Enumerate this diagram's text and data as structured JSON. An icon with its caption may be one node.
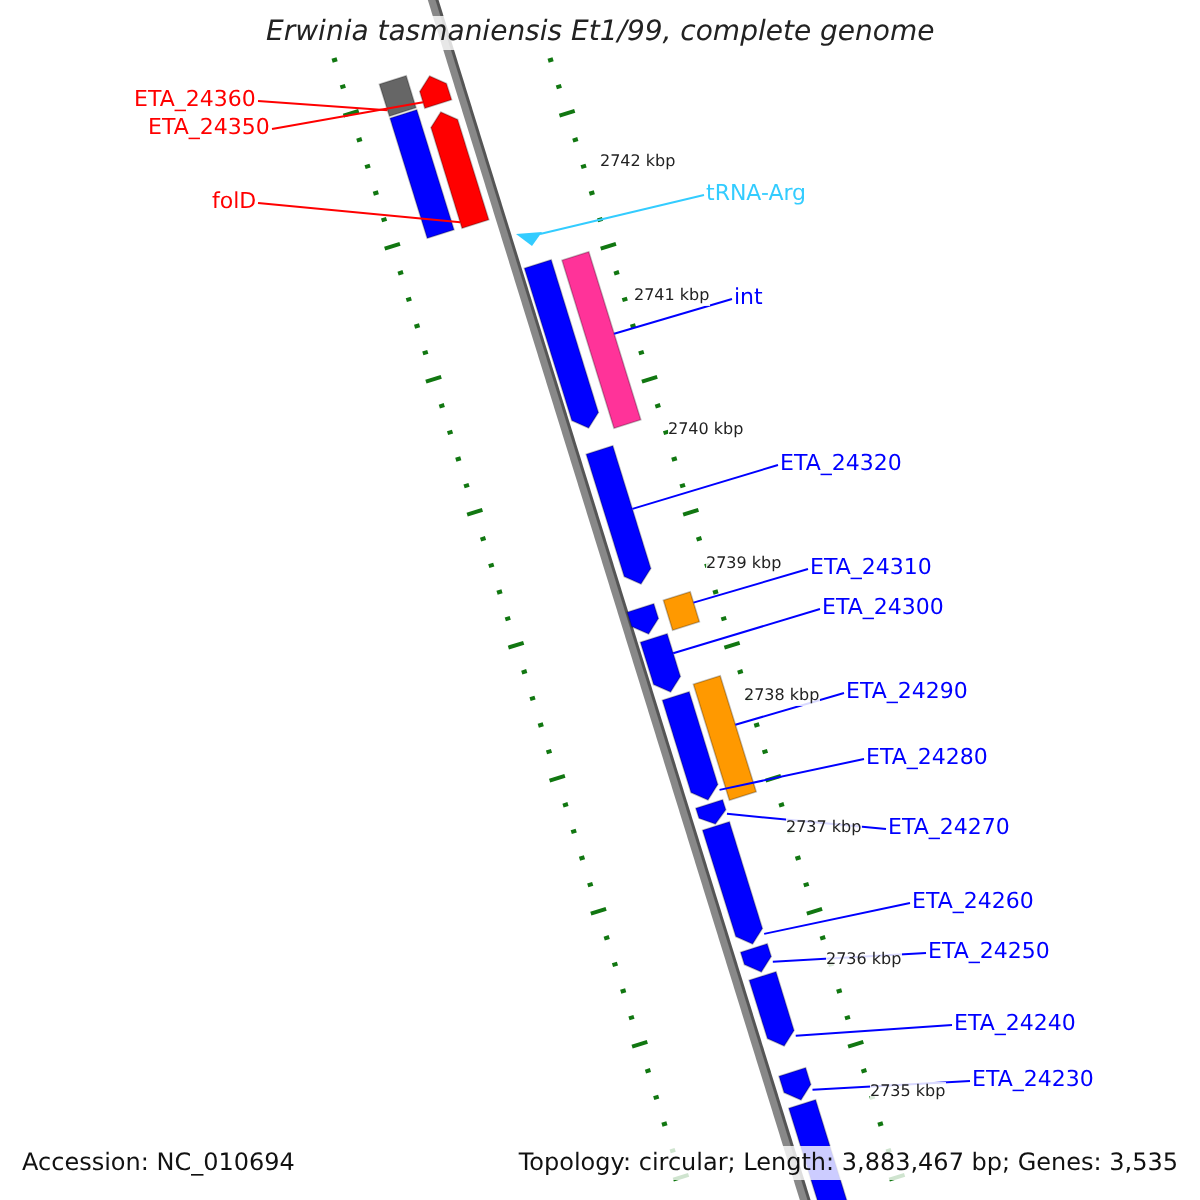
{
  "diagram": {
    "title": "Erwinia tasmaniensis Et1/99, complete genome",
    "nodes": [
      {
        "text": [
          "ETA_24360"
        ]
      },
      {
        "text": [
          "ETA_24350"
        ]
      },
      {
        "text": [
          "folD"
        ]
      },
      {
        "text": [
          "tRNA-Arg"
        ]
      },
      {
        "text": [
          "int"
        ]
      },
      {
        "text": [
          "ETA_24320"
        ]
      },
      {
        "text": [
          "ETA_24310"
        ]
      },
      {
        "text": [
          "ETA_24300"
        ]
      },
      {
        "text": [
          "ETA_24290"
        ]
      },
      {
        "text": [
          "ETA_24280"
        ]
      },
      {
        "text": [
          "ETA_24270"
        ]
      },
      {
        "text": [
          "ETA_24260"
        ]
      },
      {
        "text": [
          "ETA_24250"
        ]
      },
      {
        "text": [
          "ETA_24240"
        ]
      },
      {
        "text": [
          "ETA_24230"
        ]
      },
      {
        "text": [],
        "shape": "bar"
      },
      {
        "text": [],
        "shape": "bar"
      },
      {
        "text": [],
        "shape": "bar"
      },
      {
        "text": [],
        "shape": "bar"
      },
      {
        "text": [],
        "shape": "triangle"
      },
      {
        "text": [],
        "shape": "bar"
      },
      {
        "text": [],
        "shape": "bar"
      },
      {
        "text": [],
        "shape": "bar"
      },
      {
        "text": [],
        "shape": "bar"
      },
      {
        "text": [],
        "shape": "bar"
      },
      {
        "text": [],
        "shape": "bar"
      },
      {
        "text": [],
        "shape": "bar"
      },
      {
        "text": [],
        "shape": "bar"
      },
      {
        "text": [],
        "shape": "bar"
      },
      {
        "text": [],
        "shape": "bar"
      },
      {
        "text": [],
        "shape": "bar"
      },
      {
        "text": [],
        "shape": "bar"
      },
      {
        "text": [],
        "shape": "bar"
      },
      {
        "text": [],
        "shape": "bar"
      }
    ],
    "edges": [
      {
        "from": 0,
        "to": 15,
        "arrow": "none",
        "color": "#ff0000"
      },
      {
        "from": 1,
        "to": 16,
        "arrow": "none",
        "color": "#ff0000"
      },
      {
        "from": 2,
        "to": 17,
        "arrow": "none",
        "color": "#ff0000"
      },
      {
        "from": 3,
        "to": 19,
        "arrow": "none",
        "color": "#33ccff"
      },
      {
        "from": 4,
        "to": 21,
        "arrow": "none"
      },
      {
        "from": 5,
        "to": 22,
        "arrow": "none"
      },
      {
        "from": 6,
        "to": 24,
        "arrow": "none"
      },
      {
        "from": 7,
        "to": 25,
        "arrow": "none"
      },
      {
        "from": 8,
        "to": 26,
        "arrow": "none"
      },
      {
        "from": 9,
        "to": 27,
        "arrow": "none"
      },
      {
        "from": 10,
        "to": 28,
        "arrow": "none"
      },
      {
        "from": 11,
        "to": 29,
        "arrow": "none"
      },
      {
        "from": 12,
        "to": 30,
        "arrow": "none"
      },
      {
        "from": 13,
        "to": 31,
        "arrow": "none"
      },
      {
        "from": 14,
        "to": 32,
        "arrow": "none"
      }
    ],
    "labels": [
      "2742 kbp",
      "2741 kbp",
      "2740 kbp",
      "2739 kbp",
      "2738 kbp",
      "2737 kbp",
      "2736 kbp",
      "2735 kbp",
      "Accession: NC_010694",
      "Topology: circular; Length: 3,883,467 bp; Genes: 3,535"
    ]
  }
}
